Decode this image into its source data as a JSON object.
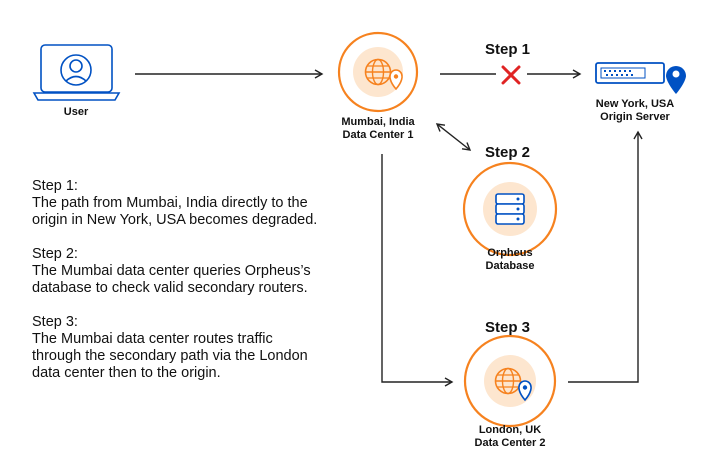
{
  "nodes": {
    "user": {
      "label": "User"
    },
    "mumbai": {
      "line1": "Mumbai, India",
      "line2": "Data Center 1"
    },
    "origin": {
      "line1": "New York, USA",
      "line2": "Origin Server"
    },
    "orpheus": {
      "line1": "Orpheus",
      "line2": "Database"
    },
    "london": {
      "line1": "London, UK",
      "line2": "Data Center 2"
    }
  },
  "steps": {
    "step1": "Step 1",
    "step2": "Step 2",
    "step3": "Step 3"
  },
  "notes": [
    {
      "heading": "Step 1:",
      "lines": [
        "The path from Mumbai, India directly to the",
        "origin in New York, USA becomes degraded."
      ]
    },
    {
      "heading": "Step 2:",
      "lines": [
        "The Mumbai data center queries Orpheus’s",
        "database to check valid secondary routers."
      ]
    },
    {
      "heading": "Step 3:",
      "lines": [
        "The Mumbai data center routes traffic",
        "through the secondary path via the London",
        "data center then to the origin."
      ]
    }
  ],
  "colors": {
    "orange": "#f6821f",
    "blue": "#0051c3",
    "red": "#e02424",
    "light_orange": "#fde6cf",
    "arrow": "#222222"
  },
  "icons": [
    "laptop-user-icon",
    "globe-location-icon",
    "server-location-icon",
    "database-icon",
    "failure-x-icon"
  ]
}
